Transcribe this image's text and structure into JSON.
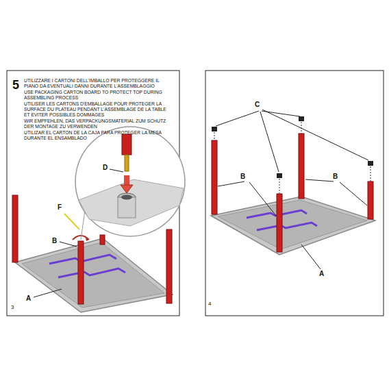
{
  "diagram": {
    "labels": [
      "5",
      "UTILIZZARE I CARTONI DELL'IMBALLO PER PROTEGGERE IL PIANO DA EVENTUALI DANNI DURANTE L'ASSEMBLAGGIO",
      "USE PACKAGING CARTON BOARD TO PROTECT TOP DURING ASSEMBLING PROCESS",
      "UTILISER LES CARTONS D'EMBALLAGE POUR PROTEGER LA SURFACE DU PLATEAU PENDANT L'ASSEMBLAGE DE LA TABLE ET EVITER POSSIBLES DOMMAGES",
      "WIR EMPFEHLEN, DAS VERPACKUNGSMATERIAL ZUM SCHUTZ DER MONTAGE ZU VERWENDEN",
      "UTILIZAR EL CARTON DE LA CAJA PARA PROTEGER LA MESA DURANTE EL ENSAMBLADO",
      "D",
      "F",
      "B",
      "A",
      "3",
      "C",
      "B",
      "B",
      "A",
      "4"
    ]
  }
}
